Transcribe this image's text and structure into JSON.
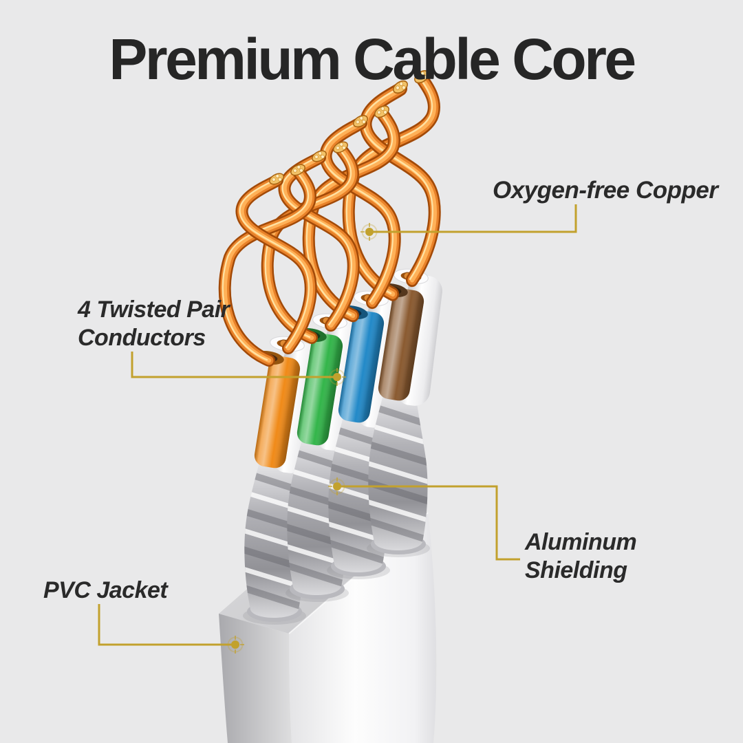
{
  "title": "Premium Cable Core",
  "callouts": {
    "copper": {
      "label": "Oxygen-free Copper"
    },
    "twisted": {
      "line1": "4 Twisted Pair",
      "line2": "Conductors"
    },
    "shielding": {
      "line1": "Aluminum",
      "line2": "Shielding"
    },
    "jacket": {
      "label": "PVC Jacket"
    }
  },
  "diagram": {
    "type": "product-callout-diagram",
    "subject": "Ethernet cable core cross-section",
    "pair_count": 4,
    "conductor_sleeve_order": [
      "orange",
      "green",
      "blue",
      "brown"
    ],
    "layers_labeled": [
      "Oxygen-free Copper",
      "4 Twisted Pair Conductors",
      "Aluminum Shielding",
      "PVC Jacket"
    ]
  },
  "colors": {
    "background": "#e9e9ea",
    "title_text": "#262626",
    "label_text": "#2a2a2a",
    "leader": "#c2a12d",
    "pair_orange": "#f08a18",
    "pair_green": "#33b54a",
    "pair_blue": "#2289c8",
    "pair_brown": "#8a5a30",
    "copper_dark": "#a24a08",
    "copper_mid": "#e8822a",
    "copper_light": "#ffb158",
    "copper_cream": "#ffe5a8",
    "shield_silver": "#b9b9be",
    "jacket_white": "#f6f6f8"
  }
}
